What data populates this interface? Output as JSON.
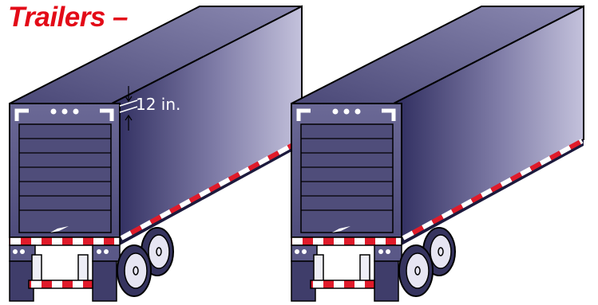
{
  "title": "Trailers –",
  "measurement_label": "12 in.",
  "colors": {
    "title": "#e30a17",
    "body_dark": "#2e2c5e",
    "body_light": "#c4c2dc",
    "conspicuity_red": "#e01b2a",
    "conspicuity_white": "#ffffff",
    "outline": "#000000"
  },
  "trailers": [
    {
      "id": "left",
      "shows_measurement": true
    },
    {
      "id": "right",
      "shows_measurement": false
    }
  ]
}
